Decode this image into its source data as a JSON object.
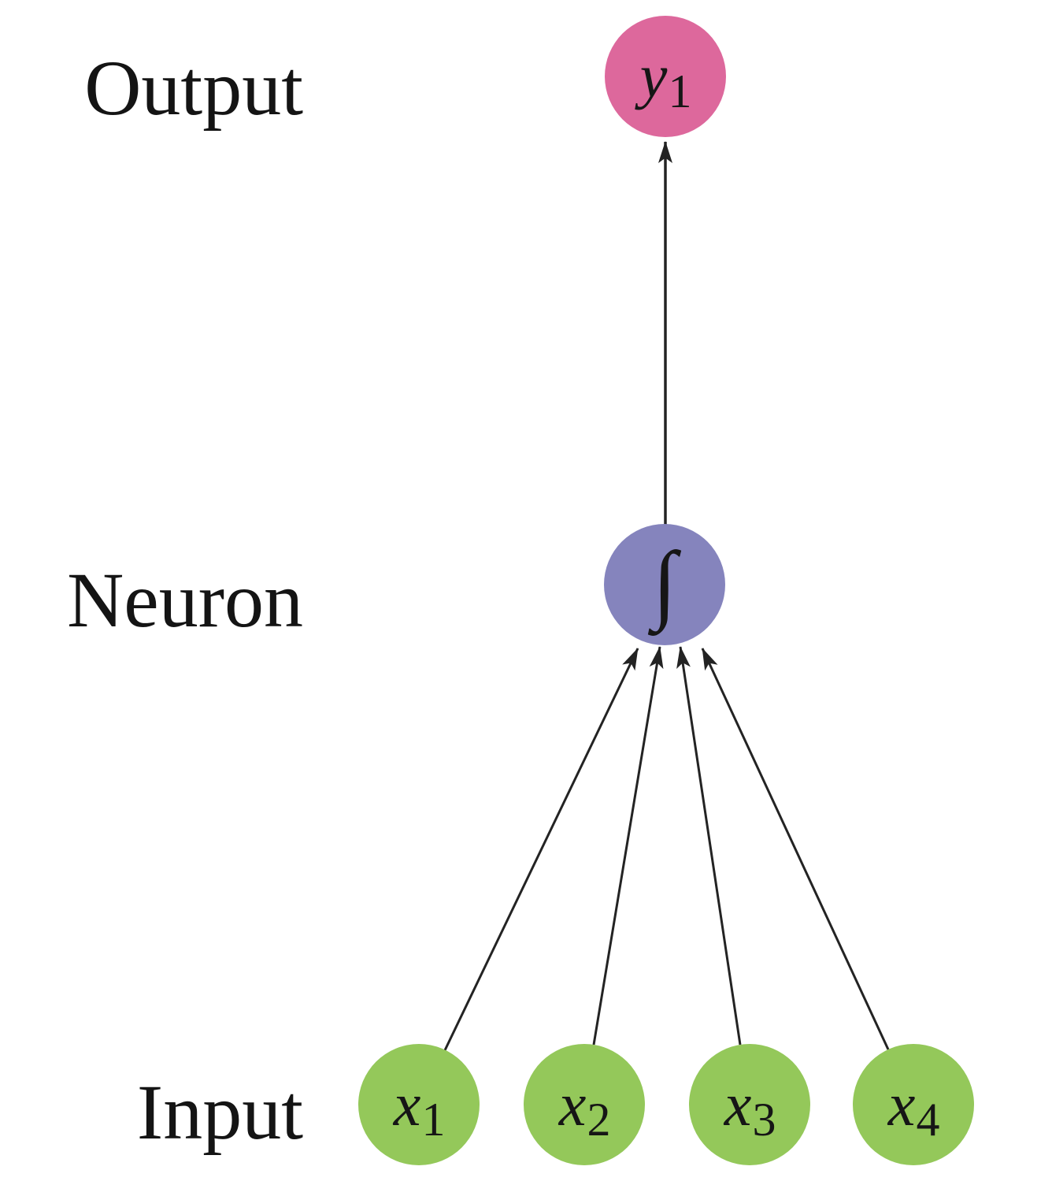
{
  "figure": {
    "title": "single-neuron network diagram",
    "background": "#ffffff",
    "edge_color": "#232323",
    "row_labels": [
      {
        "id": "output",
        "text": "Output"
      },
      {
        "id": "neuron",
        "text": "Neuron"
      },
      {
        "id": "input",
        "text": "Input"
      }
    ],
    "nodes": {
      "y1": {
        "base": "y",
        "sub": "1",
        "color": "#dd689c",
        "role": "output"
      },
      "neuron": {
        "symbol": "∫",
        "color": "#8584bd",
        "role": "neuron"
      },
      "x1": {
        "base": "x",
        "sub": "1",
        "color": "#94c85a",
        "role": "input"
      },
      "x2": {
        "base": "x",
        "sub": "2",
        "color": "#94c85a",
        "role": "input"
      },
      "x3": {
        "base": "x",
        "sub": "3",
        "color": "#94c85a",
        "role": "input"
      },
      "x4": {
        "base": "x",
        "sub": "4",
        "color": "#94c85a",
        "role": "input"
      }
    },
    "edges": [
      {
        "from": "x1",
        "to": "neuron"
      },
      {
        "from": "x2",
        "to": "neuron"
      },
      {
        "from": "x3",
        "to": "neuron"
      },
      {
        "from": "x4",
        "to": "neuron"
      },
      {
        "from": "neuron",
        "to": "y1"
      }
    ]
  }
}
